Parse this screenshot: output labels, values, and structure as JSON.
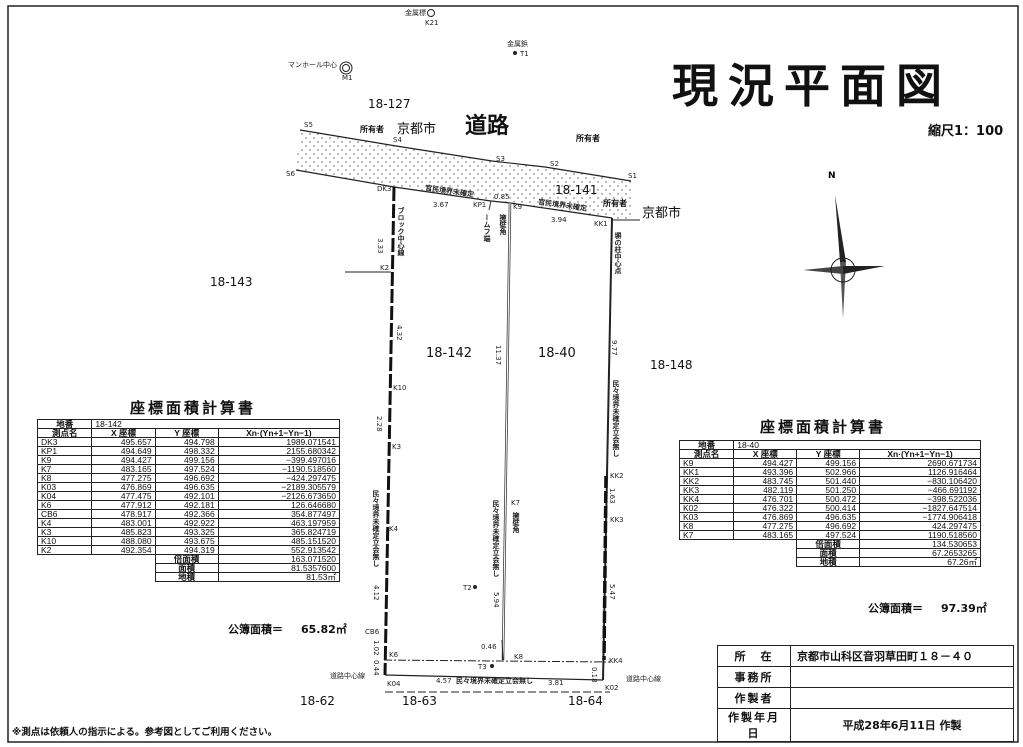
{
  "title": "現況平面図",
  "scale": "縮尺1：100",
  "map": {
    "road_label": "道路",
    "owner_label": "所有者",
    "owner_kyoto": "京都市",
    "parcels": [
      "18-127",
      "18-141",
      "18-143",
      "18-142",
      "18-40",
      "18-148",
      "18-62",
      "18-63",
      "18-64"
    ],
    "points": {
      "S1": "S1",
      "S2": "S2",
      "S3": "S3",
      "S4": "S4",
      "S5": "S5",
      "S6": "S6",
      "DK3": "DK3",
      "KP1": "KP1",
      "K9": "K9",
      "KK1": "KK1",
      "K2": "K2",
      "K10": "K10",
      "K3": "K3",
      "K4": "K4",
      "CB6": "CB6",
      "K6": "K6",
      "K04": "K04",
      "K7": "K7",
      "K8": "K8",
      "KK2": "KK2",
      "KK3": "KK3",
      "KK4": "KK4",
      "K02": "K02",
      "T1": "T1",
      "T2": "T2",
      "T3": "T3",
      "M1": "M1",
      "K21": "K21"
    },
    "markers": {
      "manhole": "マンホール中心",
      "metal1": "金属標",
      "metal2": "金属鋲",
      "road_center": "道路中心線"
    },
    "dims": {
      "d367": "3.67",
      "d085": "0.85",
      "d394": "3.94",
      "d333": "3.33",
      "d432": "4.32",
      "d228": "2.28",
      "d412": "4.12",
      "d102": "1.02",
      "d044": "0.44",
      "d1137": "11.37",
      "d594": "5.94",
      "d977": "9.77",
      "d163": "1.63",
      "d547": "5.47",
      "d046": "0.46",
      "d457": "4.57",
      "d381": "3.81",
      "d018": "0.18"
    },
    "notes": {
      "gov_unconfirmed": "官民境界未確定",
      "block_center": "ブロック中心線",
      "frame_side": "ームフ端",
      "wall_corner": "擁壁角",
      "fence_center": "塀の柱中心点",
      "private_unconfirmed": "民々境界未確定立会無し",
      "bottom_note": "民々境界未確定立会無し",
      "north": "N"
    }
  },
  "left_calc": {
    "title": "座標面積計算書",
    "lot_label": "地番",
    "lot": "18-142",
    "headers": [
      "測点名",
      "X 座標",
      "Y 座標",
      "Xn·(Yn+1−Yn−1)"
    ],
    "rows": [
      [
        "DK3",
        "495.657",
        "494.798",
        "1989.071541"
      ],
      [
        "KP1",
        "494.649",
        "498.332",
        "2155.680342"
      ],
      [
        "K9",
        "494.427",
        "499.156",
        "−399.497016"
      ],
      [
        "K7",
        "483.165",
        "497.524",
        "−1190.518560"
      ],
      [
        "K8",
        "477.275",
        "496.692",
        "−424.297475"
      ],
      [
        "K03",
        "476.869",
        "496.635",
        "−2189.305579"
      ],
      [
        "K04",
        "477.475",
        "492.101",
        "−2126.673650"
      ],
      [
        "K6",
        "477.912",
        "492.181",
        "126.646680"
      ],
      [
        "CB6",
        "478.917",
        "492.366",
        "354.877497"
      ],
      [
        "K4",
        "483.001",
        "492.922",
        "463.197959"
      ],
      [
        "K3",
        "485.823",
        "493.325",
        "365.824719"
      ],
      [
        "K10",
        "488.080",
        "493.675",
        "485.151520"
      ],
      [
        "K2",
        "492.354",
        "494.319",
        "552.913542"
      ]
    ],
    "summary": [
      [
        "倍面積",
        "163.071520"
      ],
      [
        "面積",
        "81.5357600"
      ],
      [
        "地積",
        "81.53㎡"
      ]
    ],
    "kobo_label": "公簿面積＝",
    "kobo_value": "65.82㎡"
  },
  "right_calc": {
    "title": "座標面積計算書",
    "lot_label": "地番",
    "lot": "18-40",
    "headers": [
      "測点名",
      "X 座標",
      "Y 座標",
      "Xn·(Yn+1−Yn−1)"
    ],
    "rows": [
      [
        "K9",
        "494.427",
        "499.156",
        "2690.671734"
      ],
      [
        "KK1",
        "493.396",
        "502.966",
        "1126.916464"
      ],
      [
        "KK2",
        "483.745",
        "501.440",
        "−830.106420"
      ],
      [
        "KK3",
        "482.119",
        "501.250",
        "−466.691192"
      ],
      [
        "KK4",
        "476.701",
        "500.472",
        "−398.522036"
      ],
      [
        "K02",
        "476.322",
        "500.414",
        "−1827.647514"
      ],
      [
        "K03",
        "476.869",
        "496.635",
        "−1774.906418"
      ],
      [
        "K8",
        "477.275",
        "496.692",
        "424.297475"
      ],
      [
        "K7",
        "483.165",
        "497.524",
        "1190.518560"
      ]
    ],
    "summary": [
      [
        "倍面積",
        "134.530653"
      ],
      [
        "面積",
        "67.2653265"
      ],
      [
        "地積",
        "67.26㎡"
      ]
    ],
    "kobo_label": "公簿面積＝",
    "kobo_value": "97.39㎡"
  },
  "info": {
    "location_label": "所　在",
    "location": "京都市山科区音羽草田町１８－４０",
    "office_label": "事務所",
    "office": "",
    "author_label": "作製者",
    "author": "",
    "date_label": "作製年月日",
    "date": "平成28年6月11日 作製"
  },
  "footnote": "※測点は依頼人の指示による。参考図としてご利用ください。"
}
